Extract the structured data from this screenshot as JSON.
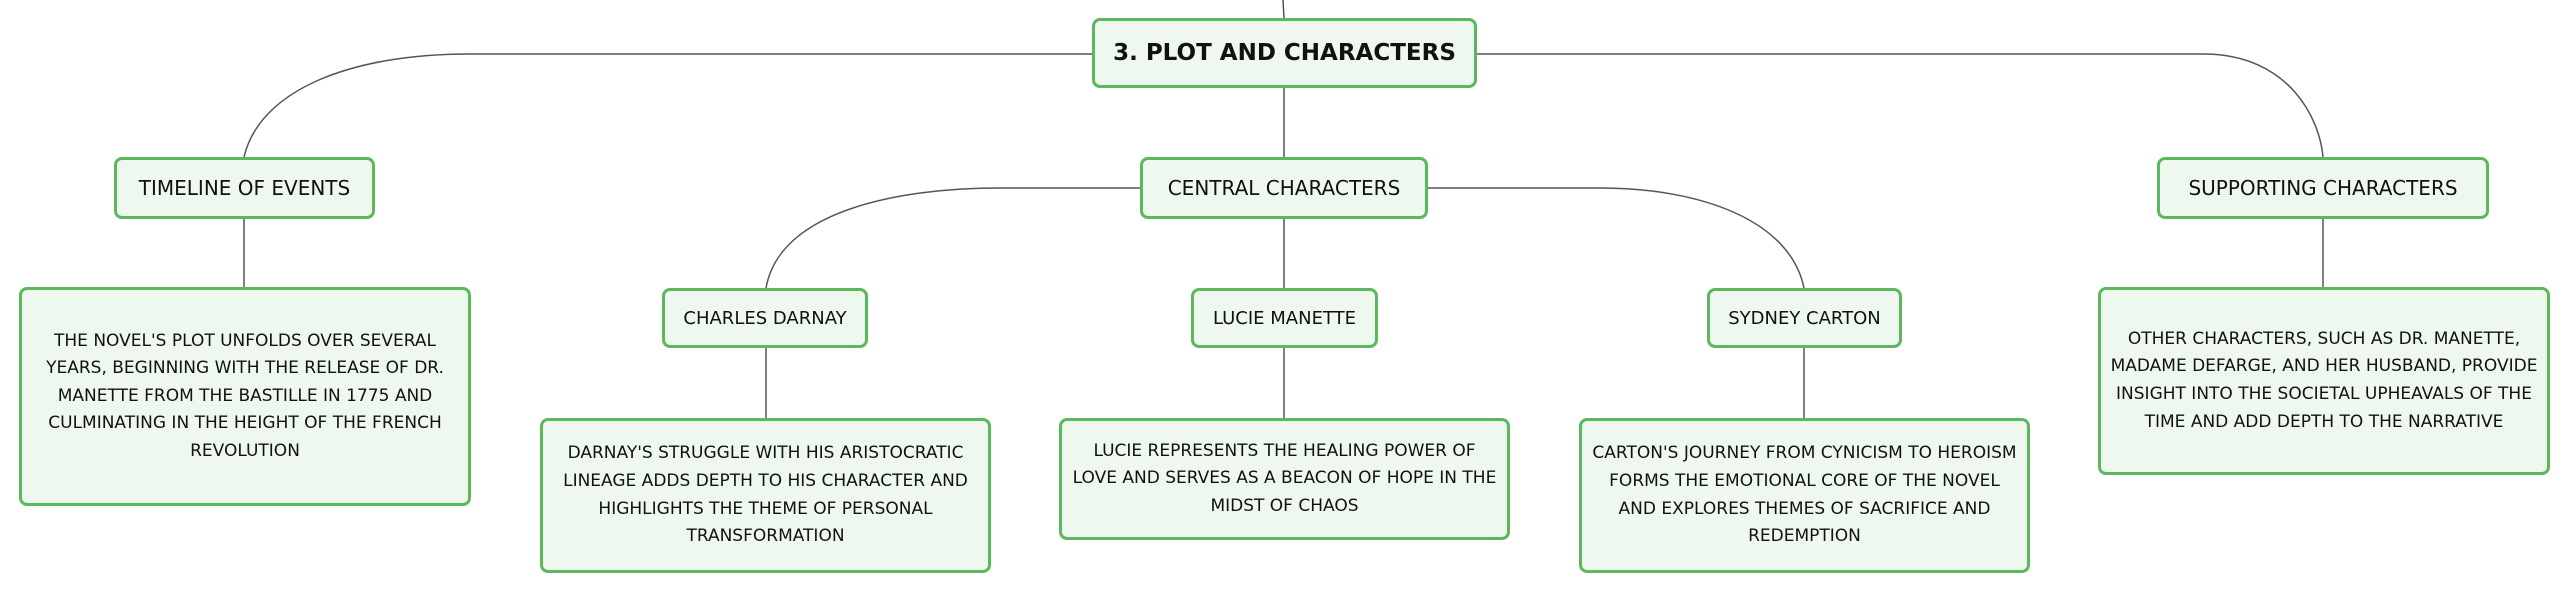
{
  "root": {
    "label": "3. PLOT AND CHARACTERS"
  },
  "timeline": {
    "label": "TIMELINE OF EVENTS",
    "detail": "THE NOVEL'S PLOT UNFOLDS OVER SEVERAL YEARS, BEGINNING WITH THE RELEASE OF DR. MANETTE FROM THE BASTILLE IN 1775 AND CULMINATING IN THE HEIGHT OF THE FRENCH REVOLUTION"
  },
  "central": {
    "label": "CENTRAL CHARACTERS",
    "darnay": {
      "label": "CHARLES DARNAY",
      "detail": "DARNAY'S STRUGGLE WITH HIS ARISTOCRATIC LINEAGE ADDS DEPTH TO HIS CHARACTER AND HIGHLIGHTS THE THEME OF PERSONAL TRANSFORMATION"
    },
    "lucie": {
      "label": "LUCIE MANETTE",
      "detail": "LUCIE REPRESENTS THE HEALING POWER OF LOVE AND SERVES AS A BEACON OF HOPE IN THE MIDST OF CHAOS"
    },
    "carton": {
      "label": "SYDNEY CARTON",
      "detail": "CARTON'S JOURNEY FROM CYNICISM TO HEROISM FORMS THE EMOTIONAL CORE OF THE NOVEL AND EXPLORES THEMES OF SACRIFICE AND REDEMPTION"
    }
  },
  "supporting": {
    "label": "SUPPORTING CHARACTERS",
    "detail": "OTHER CHARACTERS, SUCH AS DR. MANETTE, MADAME DEFARGE, AND HER HUSBAND, PROVIDE INSIGHT INTO THE SOCIETAL UPHEAVALS OF THE TIME AND ADD DEPTH TO THE NARRATIVE"
  },
  "colors": {
    "border": "#5cb85c",
    "fill": "#eef8ee",
    "link": "#555555"
  }
}
